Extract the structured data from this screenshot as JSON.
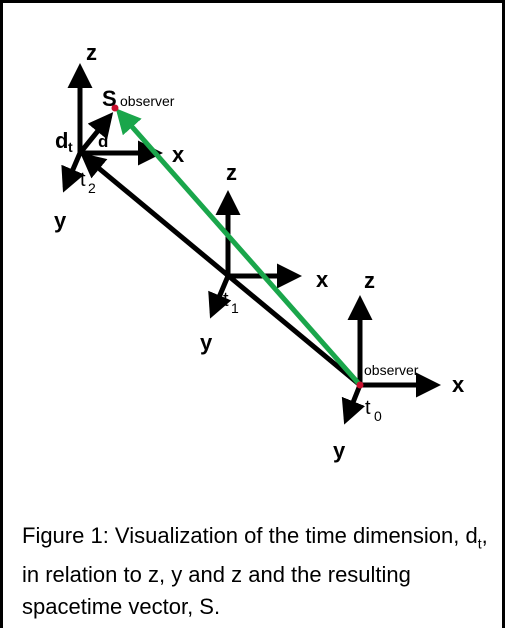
{
  "diagram": {
    "labels": {
      "z_t2": "z",
      "s_main": "S",
      "s_sub": "observer",
      "dt_main": "d",
      "dt_sub": "t",
      "d": "d",
      "x_t2": "x",
      "t2_main": "t",
      "t2_sub": "2",
      "y_t2": "y",
      "z_t1": "z",
      "x_t1": "x",
      "t1_main": "t",
      "t1_sub": "1",
      "y_t1": "y",
      "z_t0": "z",
      "observer_t0": "observer",
      "x_t0": "x",
      "t0_main": "t",
      "t0_sub": "0",
      "y_t0": "y"
    },
    "colors": {
      "axis": "#000000",
      "spacetime_vector": "#1aa64b",
      "point": "#c8102e"
    }
  },
  "caption": {
    "part1": "Figure 1: Visualization of the time dimension, d",
    "sub": "t",
    "part2": ", in relation to z, y and z and the resulting spacetime vector, S."
  }
}
